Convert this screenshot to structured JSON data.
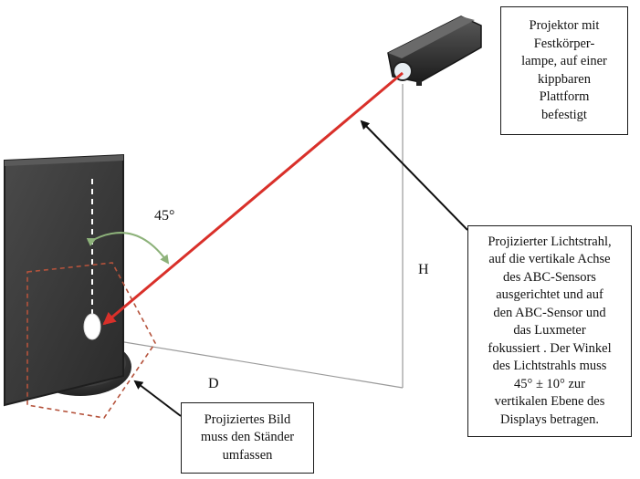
{
  "labels": {
    "angle": "45°",
    "height": "H",
    "distance": "D"
  },
  "callouts": {
    "projector": [
      "Projektor mit",
      "Festkörper-",
      "lampe, auf einer",
      "kippbaren",
      "Plattform",
      "befestigt"
    ],
    "beam": [
      "Projizierter Lichtstrahl,",
      "auf die vertikale Achse",
      "des ABC-Sensors",
      "ausgerichtet und auf",
      "den ABC-Sensor und",
      "das Luxmeter",
      "fokussiert . Der Winkel",
      "des Lichtstrahls muss",
      "45° ± 10° zur",
      "vertikalen Ebene des",
      "Displays betragen."
    ],
    "image": [
      "Projiziertes Bild",
      "muss den Ständer",
      "umfassen"
    ]
  },
  "colors": {
    "beam": "#d9302a",
    "angle_arc": "#8db27a",
    "projection_outline": "#b5533c",
    "monitor_body": "#3a3a3a",
    "guide_lines": "#9a9a9a"
  }
}
